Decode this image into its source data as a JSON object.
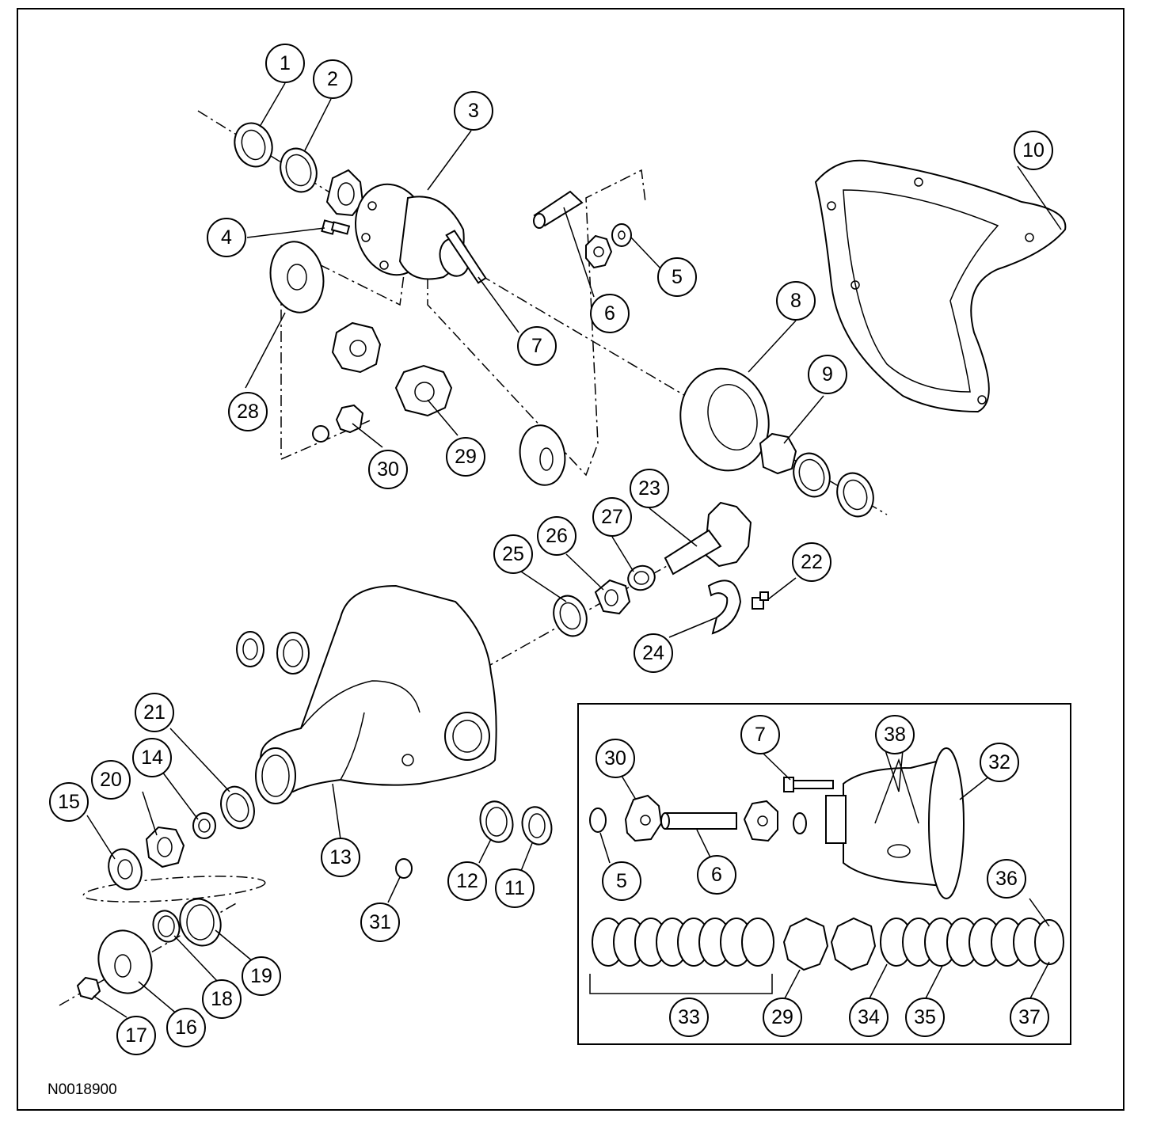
{
  "figure_code": "N0018900",
  "callouts": [
    {
      "label": "1"
    },
    {
      "label": "2"
    },
    {
      "label": "3"
    },
    {
      "label": "4"
    },
    {
      "label": "5"
    },
    {
      "label": "6"
    },
    {
      "label": "7"
    },
    {
      "label": "8"
    },
    {
      "label": "9"
    },
    {
      "label": "10"
    },
    {
      "label": "28"
    },
    {
      "label": "29"
    },
    {
      "label": "30"
    },
    {
      "label": "23"
    },
    {
      "label": "27"
    },
    {
      "label": "26"
    },
    {
      "label": "25"
    },
    {
      "label": "22"
    },
    {
      "label": "24"
    },
    {
      "label": "21"
    },
    {
      "label": "20"
    },
    {
      "label": "14"
    },
    {
      "label": "15"
    },
    {
      "label": "13"
    },
    {
      "label": "12"
    },
    {
      "label": "11"
    },
    {
      "label": "31"
    },
    {
      "label": "17"
    },
    {
      "label": "16"
    },
    {
      "label": "18"
    },
    {
      "label": "19"
    }
  ],
  "inset_callouts": [
    {
      "label": "7"
    },
    {
      "label": "38"
    },
    {
      "label": "30"
    },
    {
      "label": "32"
    },
    {
      "label": "5"
    },
    {
      "label": "6"
    },
    {
      "label": "36"
    },
    {
      "label": "33"
    },
    {
      "label": "29"
    },
    {
      "label": "34"
    },
    {
      "label": "35"
    },
    {
      "label": "37"
    }
  ]
}
